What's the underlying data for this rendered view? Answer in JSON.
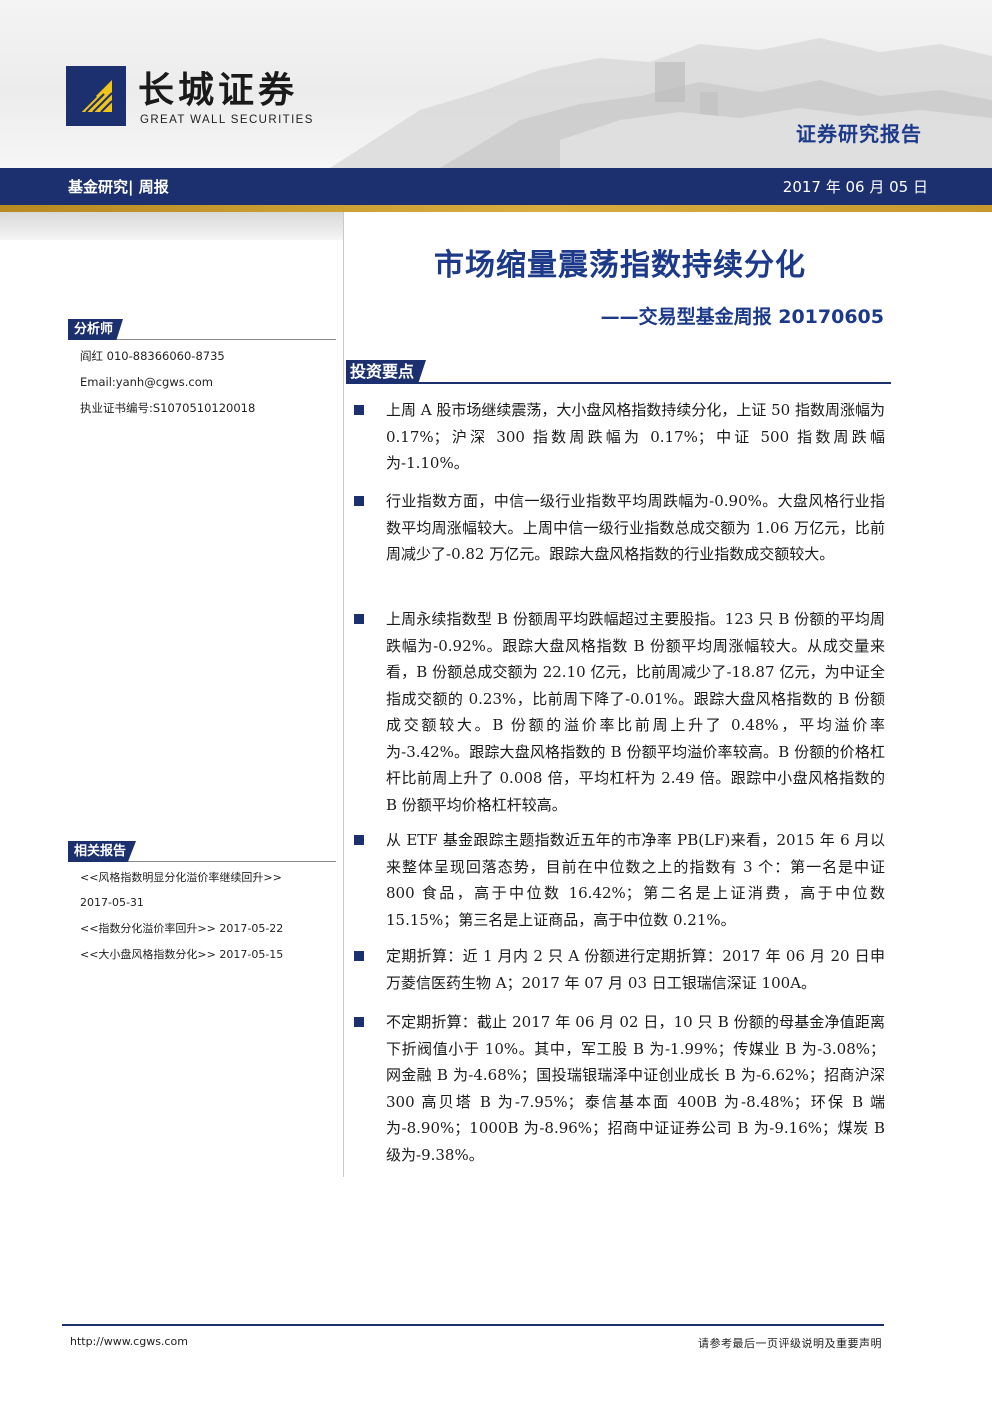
{
  "header": {
    "logo_cn": "长城证券",
    "logo_en": "GREAT WALL SECURITIES",
    "report_type": "证券研究报告"
  },
  "navbar": {
    "category": "基金研究| 周报",
    "date": "2017 年 06 月 05 日"
  },
  "sidebar": {
    "analyst_title": "分析师",
    "analyst_lines": [
      "阎红 010-88366060-8735",
      "Email:yanh@cgws.com",
      "执业证书编号:S1070510120018"
    ],
    "related_title": "相关报告",
    "related_lines": [
      "<<风格指数明显分化溢价率继续回升>>",
      "2017-05-31",
      "<<指数分化溢价率回升>> 2017-05-22",
      "<<大小盘风格指数分化>> 2017-05-15"
    ]
  },
  "main": {
    "title": "市场缩量震荡指数持续分化",
    "subtitle": "——交易型基金周报 20170605",
    "section": "投资要点",
    "bullets": [
      "上周 A 股市场继续震荡，大小盘风格指数持续分化，上证 50 指数周涨幅为 0.17%；沪深 300 指数周跌幅为 0.17%；中证 500 指数周跌幅为-1.10%。",
      "行业指数方面，中信一级行业指数平均周跌幅为-0.90%。大盘风格行业指数平均周涨幅较大。上周中信一级行业指数总成交额为 1.06 万亿元，比前周减少了-0.82 万亿元。跟踪大盘风格指数的行业指数成交额较大。",
      "上周永续指数型 B 份额周平均跌幅超过主要股指。123 只 B 份额的平均周跌幅为-0.92%。跟踪大盘风格指数 B 份额平均周涨幅较大。从成交量来看，B 份额总成交额为 22.10 亿元，比前周减少了-18.87 亿元，为中证全指成交额的 0.23%，比前周下降了-0.01%。跟踪大盘风格指数的 B 份额成交额较大。B 份额的溢价率比前周上升了 0.48%，平均溢价率为-3.42%。跟踪大盘风格指数的 B 份额平均溢价率较高。B 份额的价格杠杆比前周上升了 0.008 倍，平均杠杆为 2.49 倍。跟踪中小盘风格指数的 B 份额平均价格杠杆较高。",
      "从 ETF 基金跟踪主题指数近五年的市净率 PB(LF)来看，2015 年 6 月以来整体呈现回落态势，目前在中位数之上的指数有 3 个：第一名是中证 800 食品，高于中位数 16.42%；第二名是上证消费，高于中位数 15.15%；第三名是上证商品，高于中位数 0.21%。",
      "定期折算：近 1 月内 2 只 A 份额进行定期折算：2017 年 06 月 20 日申万菱信医药生物 A；2017 年 07 月 03 日工银瑞信深证 100A。",
      "不定期折算：截止 2017 年 06 月 02 日，10 只 B 份额的母基金净值距离下折阀值小于 10%。其中，军工股 B 为-1.99%；传媒业 B 为-3.08%；网金融 B 为-4.68%；国投瑞银瑞泽中证创业成长 B 为-6.62%；招商沪深 300 高贝塔 B 为-7.95%；泰信基本面 400B 为-8.48%；环保 B 端为-8.90%；1000B 为-8.96%；招商中证证券公司 B 为-9.16%；煤炭 B 级为-9.38%。"
    ]
  },
  "footer": {
    "url": "http://www.cgws.com",
    "note": "请参考最后一页评级说明及重要声明"
  },
  "colors": {
    "navy": "#1c2f6e",
    "title_blue": "#1d3a8a",
    "gold": "#d8ae40"
  }
}
